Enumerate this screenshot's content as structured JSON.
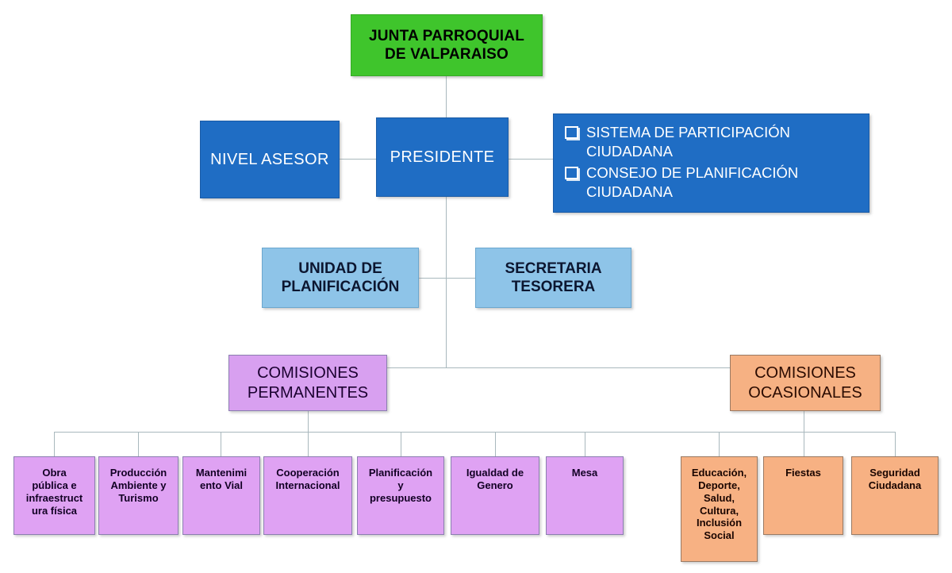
{
  "diagram": {
    "title": "Estructura organica - Junta Parroquial de Valparaiso",
    "background": "#ffffff"
  },
  "colors": {
    "root_green": "#3fc52c",
    "dark_blue": "#1f6dc4",
    "light_blue": "#8ec4e8",
    "purple": "#d8a0f0",
    "purple_leaf": "#dfa2f3",
    "orange": "#f6b183",
    "connector": "#a9b8bd"
  },
  "nodes": {
    "root": {
      "label": "JUNTA PARROQUIAL\nDE VALPARAISO"
    },
    "nivel_asesor": {
      "label": "NIVEL ASESOR"
    },
    "presidente": {
      "label": "PRESIDENTE"
    },
    "participacion": {
      "items": [
        "SISTEMA DE PARTICIPACIÓN CIUDADANA",
        "CONSEJO DE PLANIFICACIÓN CIUDADANA"
      ],
      "bullet_icon": "hollow-square-bullet"
    },
    "unidad_planificacion": {
      "label": "UNIDAD DE\nPLANIFICACIÓN"
    },
    "secretaria_tesorera": {
      "label": "SECRETARIA\nTESORERA"
    },
    "comisiones_permanentes": {
      "label": "COMISIONES\nPERMANENTES"
    },
    "comisiones_ocasionales": {
      "label": "COMISIONES\nOCASIONALES"
    }
  },
  "comisiones_permanentes_children": [
    {
      "label": "Obra\npública e\ninfraestruct\nura física"
    },
    {
      "label": "Producción\nAmbiente y\nTurismo"
    },
    {
      "label": "Mantenimi\nento Vial"
    },
    {
      "label": "Cooperación\nInternacional"
    },
    {
      "label": "Planificación\ny\npresupuesto"
    },
    {
      "label": "Igualdad de\nGenero"
    },
    {
      "label": "Mesa"
    }
  ],
  "comisiones_ocasionales_children": [
    {
      "label": "Educación,\nDeporte,\nSalud,\nCultura,\nInclusión\nSocial"
    },
    {
      "label": "Fiestas"
    },
    {
      "label": "Seguridad\nCiudadana"
    }
  ]
}
